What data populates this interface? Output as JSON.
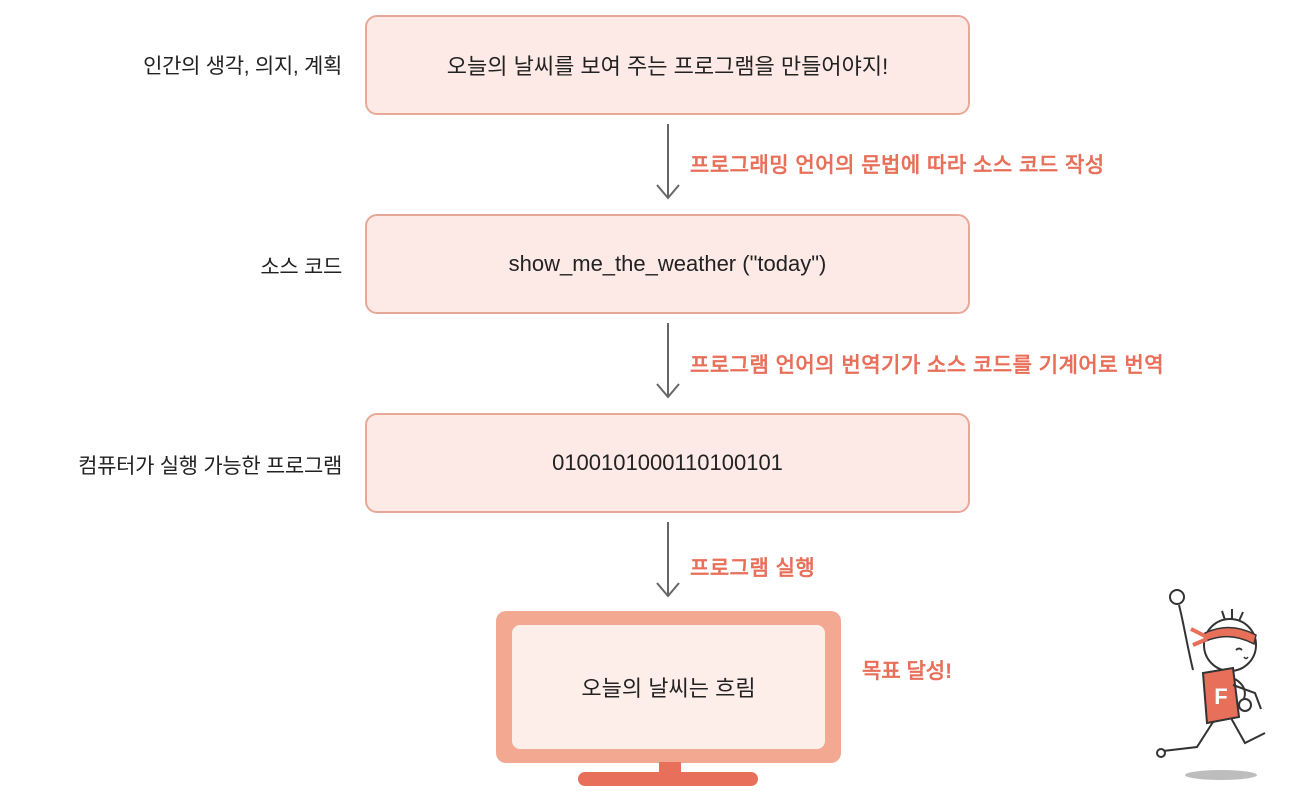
{
  "stages": [
    {
      "label": "인간의 생각, 의지, 계획",
      "content": "오늘의 날씨를 보여 주는 프로그램을 만들어야지!"
    },
    {
      "label": "소스 코드",
      "content": "show_me_the_weather (\"today\")"
    },
    {
      "label": "컴퓨터가 실행 가능한 프로그램",
      "content": "0100101000110100101"
    }
  ],
  "steps": [
    "프로그래밍 언어의 문법에 따라 소스 코드 작성",
    "프로그램 언어의 번역기가 소스 코드를 기계어로 번역",
    "프로그램 실행"
  ],
  "monitor": {
    "screen_text": "오늘의 날씨는 흐림",
    "goal_label": "목표 달성!"
  },
  "mascot": {
    "shirt_letter": "F"
  },
  "colors": {
    "accent": "#e8705a",
    "box_fill": "#fdeae6",
    "box_border": "#e8a898",
    "monitor_frame": "#f2a891"
  }
}
